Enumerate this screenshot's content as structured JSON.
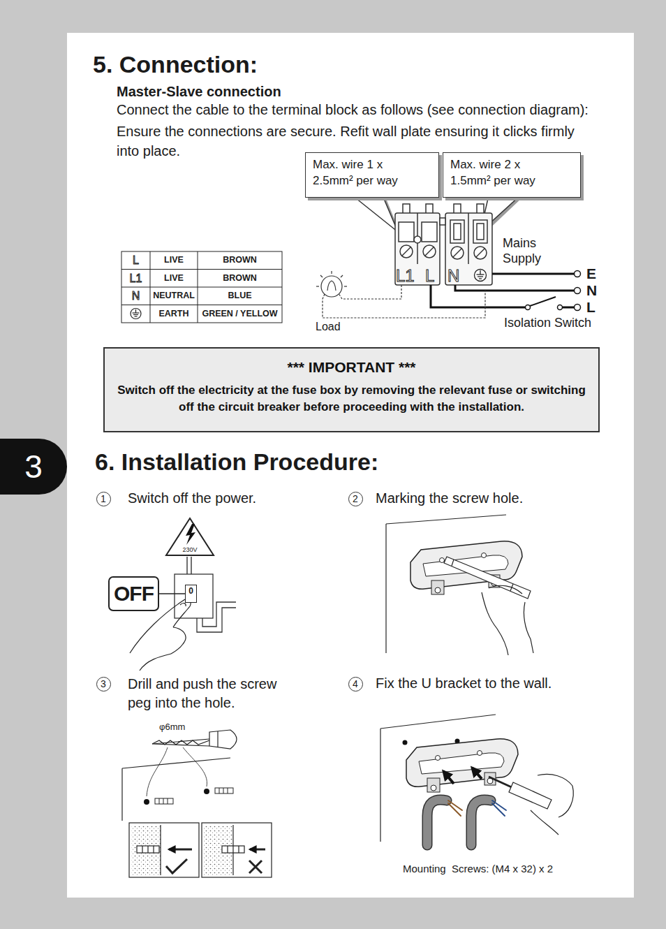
{
  "diagram": {
    "nodes": [
      {
        "text": [
          "Max. wire 1 x 2.5mm² per way"
        ]
      },
      {
        "text": [
          "Max. wire 2 x 1.5mm² per way"
        ]
      },
      {
        "text": [
          "*** IMPORTANT ***",
          "Switch off the electricity at the fuse box by removing the relevant fuse or switching off the circuit breaker before proceeding with the installation."
        ]
      },
      {
        "text": [
          "3"
        ]
      },
      {
        "text": [
          "1"
        ]
      },
      {
        "text": [
          "2"
        ]
      },
      {
        "text": [
          "230V"
        ]
      },
      {
        "text": [
          "OFF"
        ]
      },
      {
        "text": [
          "0"
        ]
      },
      {
        "text": [
          "3"
        ]
      },
      {
        "text": [
          "4"
        ]
      }
    ],
    "edges": [
      {
        "from": 7,
        "to": 8,
        "arrow": "none"
      }
    ],
    "labels": [
      "5. Connection:",
      "Master-Slave connection",
      "Connect the cable to the terminal block as follows (see connection diagram):",
      "Ensure the connections are secure. Refit wall plate ensuring it clicks firmly into place.",
      "Mains Supply",
      "L",
      "LIVE",
      "BROWN",
      "L1",
      "LIVE",
      "BROWN",
      "N",
      "NEUTRAL",
      "BLUE",
      "EARTH",
      "GREEN / YELLOW",
      "L1",
      "L",
      "N",
      "E",
      "N",
      "L",
      "Load",
      "Isolation Switch",
      "6. Installation Procedure:",
      "Switch off the power.",
      "Marking the screw hole.",
      "Drill and push the screw peg into the hole.",
      "Fix the U bracket to the wall.",
      "φ6mm",
      "Mounting  Screws: (M4 x 32) x 2"
    ]
  }
}
